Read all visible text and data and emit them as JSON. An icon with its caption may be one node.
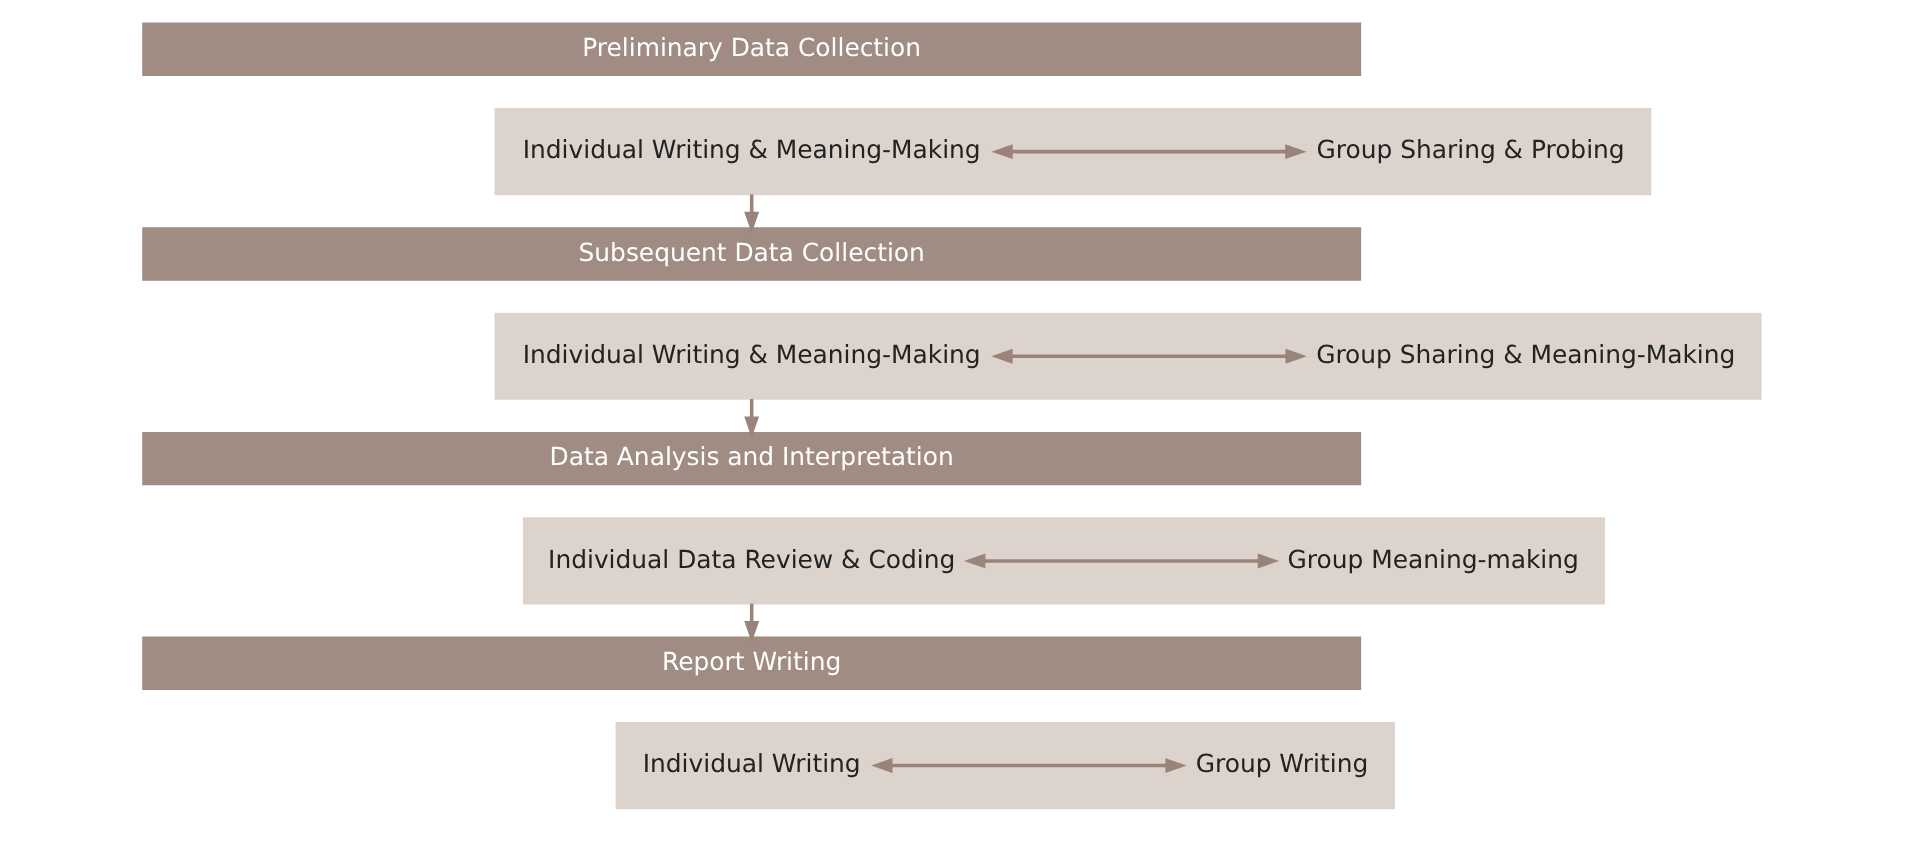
{
  "diagram": {
    "nodes": [
      {
        "text": [
          "Preliminary Data Collection"
        ]
      },
      {
        "text": [],
        "shape": "bar"
      },
      {
        "text": [
          "Individual Writing & Meaning-Making"
        ],
        "in": 1
      },
      {
        "text": [
          "Group Sharing & Probing"
        ],
        "in": 1
      },
      {
        "text": [
          "Subsequent Data Collection"
        ]
      },
      {
        "text": [],
        "shape": "bar"
      },
      {
        "text": [
          "Individual Writing & Meaning-Making"
        ],
        "in": 5
      },
      {
        "text": [
          "Group Sharing & Meaning-Making"
        ],
        "in": 5
      },
      {
        "text": [
          "Data Analysis and Interpretation"
        ]
      },
      {
        "text": [],
        "shape": "bar"
      },
      {
        "text": [
          "Individual Data Review & Coding"
        ],
        "in": 9
      },
      {
        "text": [
          "Group Meaning-making"
        ],
        "in": 9
      },
      {
        "text": [
          "Report Writing"
        ]
      },
      {
        "text": [],
        "shape": "bar"
      },
      {
        "text": [
          "Individual Writing"
        ],
        "in": 13
      },
      {
        "text": [
          "Group Writing"
        ],
        "in": 13
      }
    ],
    "edges": [
      {
        "from": 2,
        "to": 3,
        "arrow": "both"
      },
      {
        "from": 1,
        "to": 4,
        "arrow": "to"
      },
      {
        "from": 6,
        "to": 7,
        "arrow": "both"
      },
      {
        "from": 5,
        "to": 8,
        "arrow": "to"
      },
      {
        "from": 10,
        "to": 11,
        "arrow": "both"
      },
      {
        "from": 9,
        "to": 12,
        "arrow": "to"
      },
      {
        "from": 14,
        "to": 15,
        "arrow": "both"
      }
    ]
  }
}
